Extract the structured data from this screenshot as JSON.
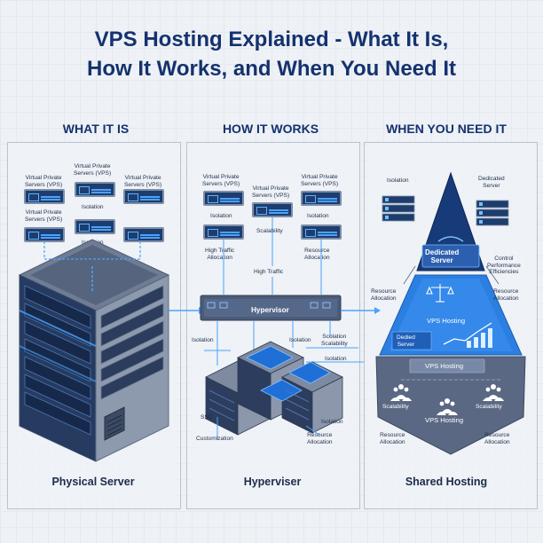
{
  "title": {
    "line1": "VPS Hosting Explained - What It Is,",
    "line2": "How It Works, and When You Need It"
  },
  "columns": {
    "what": {
      "header": "WHAT IT IS",
      "footer": "Physical Server",
      "labels": {
        "vps_a": "Virtual Private\nServers (VPS)",
        "vps_b": "Virtual Private\nServers (VPS)",
        "vps_c": "Virtual Private\nServers (VPS)",
        "vps_d": "Virtual Private\nServers (VPS)",
        "isolation_1": "Isolation",
        "isolation_2": "Isolation"
      }
    },
    "how": {
      "header": "HOW IT WORKS",
      "footer": "Hyperviser",
      "labels": {
        "vps_a": "Virtual Private\nServers (VPS)",
        "vps_b": "Virtual Private\nServers (VPS)",
        "vps_c": "Virtual Private\nServers (VPS)",
        "isolation_top_a": "Isolation",
        "isolation_top_b": "Isolation",
        "scalability": "Scalability",
        "high_traffic_alloc": "High Traffic\nAllocation",
        "resource_alloc_top": "Resource\nAllocation",
        "high_traffic": "High Traffic",
        "hypervisor": "Hypervisor",
        "isolation_l": "Isolation",
        "isolation_m": "Isolation",
        "soolation_scal": "Scolation\nScalability",
        "isolation_r": "Isolation",
        "ssd": "SSD",
        "isolation_bottom": "Isolation",
        "customization": "Customization",
        "resource_alloc_bottom": "Resource\nAllocation"
      }
    },
    "when": {
      "header": "WHEN YOU NEED IT",
      "footer": "Shared Hosting",
      "labels": {
        "isolation": "Isolation",
        "dedicated_top": "Dedicated\nServer",
        "dedicated_badge": "Dedicated\nServer",
        "resource_alloc_left": "Resource\nAllocation",
        "control": "Control\nPerformance\nEfficiencies",
        "resource_alloc_right": "Resource\nAllocation",
        "vps_hosting_mid": "VPS Hosting",
        "dedid_server": "Dedied\nServer",
        "vps_hosting_bar": "VPS Hosting",
        "scalability_l": "Scalability",
        "scalability_r": "Scalability",
        "vps_hosting_low": "VPS Hosting",
        "resource_alloc_bl": "Resource\nAllocation",
        "resource_alloc_br": "Resource\nAllocation"
      }
    }
  },
  "colors": {
    "navy": "#14326e",
    "blue": "#2e78d6",
    "glow": "#4aa3ff",
    "steel": "#8f9bb0"
  }
}
